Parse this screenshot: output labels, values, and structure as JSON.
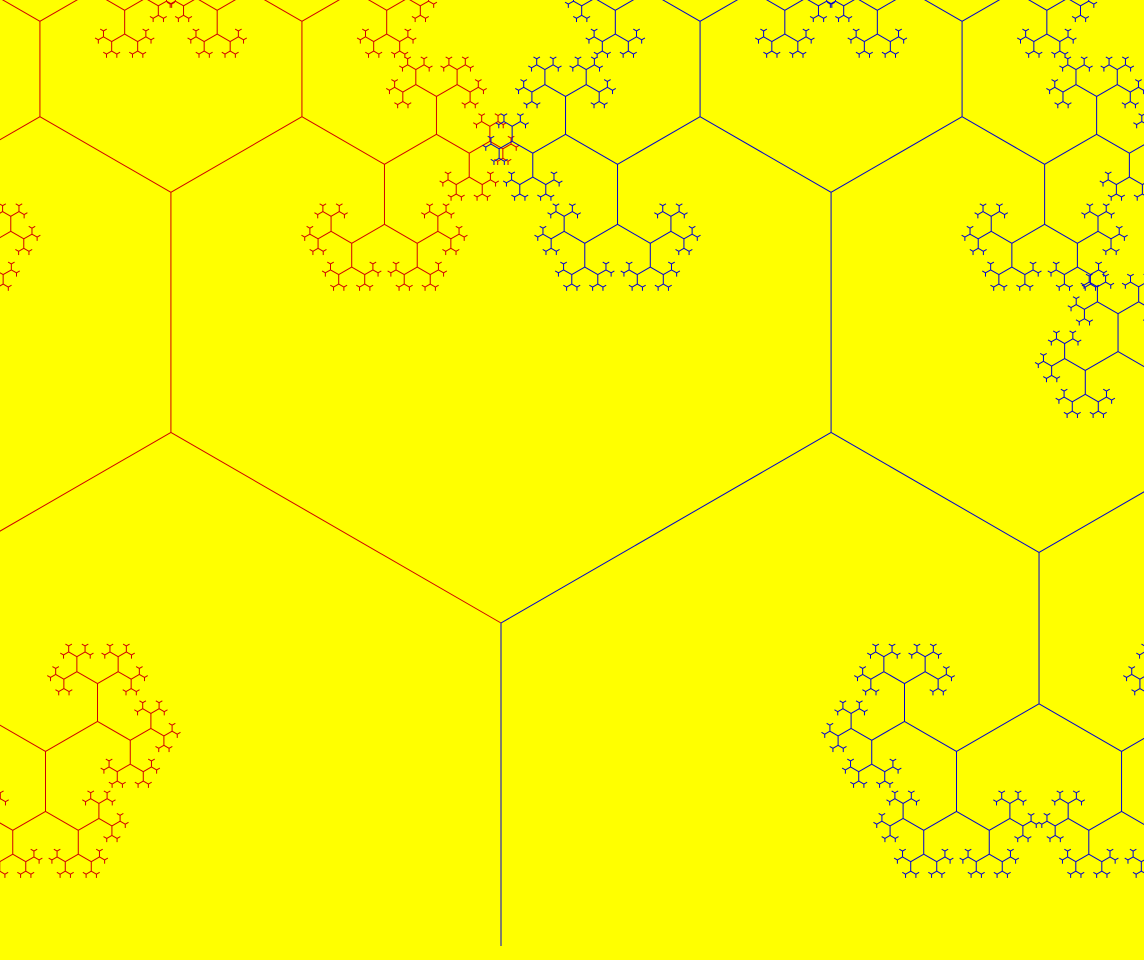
{
  "canvas": {
    "background": "#FFFF00",
    "left_branch_color": "#D00000",
    "right_branch_color": "#0000D0"
  },
  "fractal": {
    "type": "fractal-tree",
    "branches_per_node": 2,
    "branch_angle_deg": 60,
    "length_ratio": 0.63,
    "depth": 11
  }
}
